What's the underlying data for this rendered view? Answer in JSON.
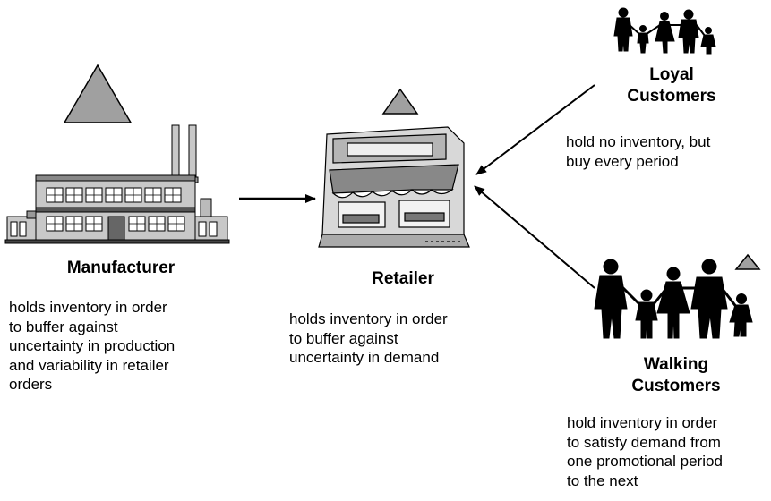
{
  "diagram": {
    "manufacturer": {
      "title": "Manufacturer",
      "description": "holds inventory in order\nto buffer against\nuncertainty in production\nand variability in retailer\norders",
      "icon": "factory-icon"
    },
    "retailer": {
      "title": "Retailer",
      "description": "holds inventory in order\nto buffer against\nuncertainty in demand",
      "icon": "storefront-icon"
    },
    "loyal_customers": {
      "title_line1": "Loyal",
      "title_line2": "Customers",
      "description": "hold no inventory, but\nbuy every period",
      "icon": "family-icon"
    },
    "walking_customers": {
      "title_line1": "Walking",
      "title_line2": "Customers",
      "description": "hold inventory in order\nto satisfy demand from\none promotional period\nto the next",
      "icon": "family-icon"
    },
    "inventory_marker_icon": "triangle-icon",
    "colors": {
      "triangle_fill": "#a0a0a0",
      "outline": "#000000",
      "building_gray": "#c8c8c8"
    }
  }
}
